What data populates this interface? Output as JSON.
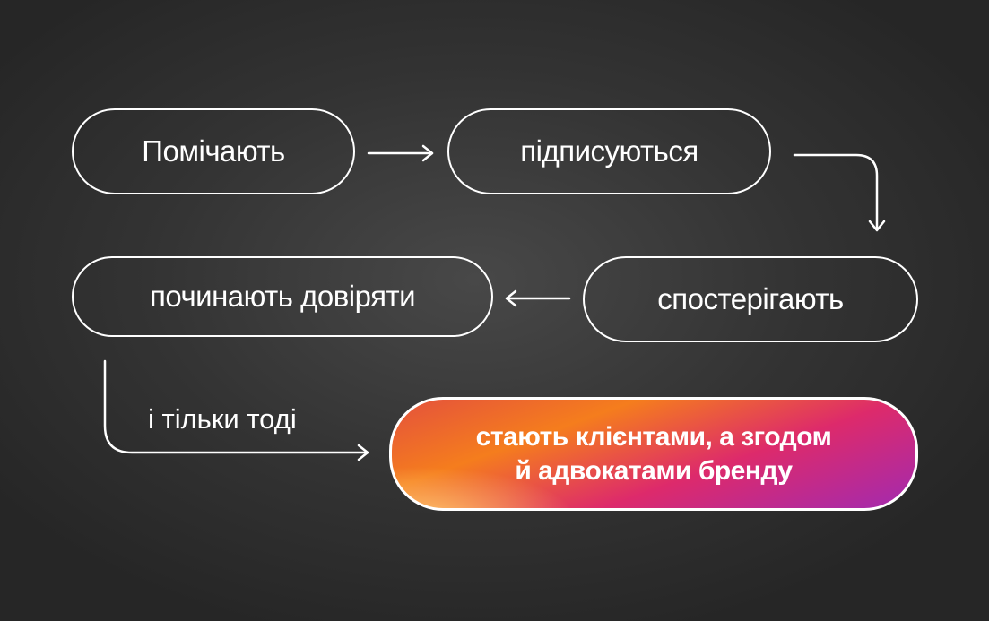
{
  "steps": [
    {
      "label": "Помічають"
    },
    {
      "label": "підписуються"
    },
    {
      "label": "спостерігають"
    },
    {
      "label": "починають довіряти"
    }
  ],
  "connector_label": "і тільки тоді",
  "final": {
    "line1": "стають клієнтами, а згодом",
    "line2": "й адвокатами бренду"
  },
  "colors": {
    "gradient": [
      "#f57d1d",
      "#dd2a6b",
      "#a22ab0",
      "#ffc76a"
    ],
    "background": "#333333"
  }
}
